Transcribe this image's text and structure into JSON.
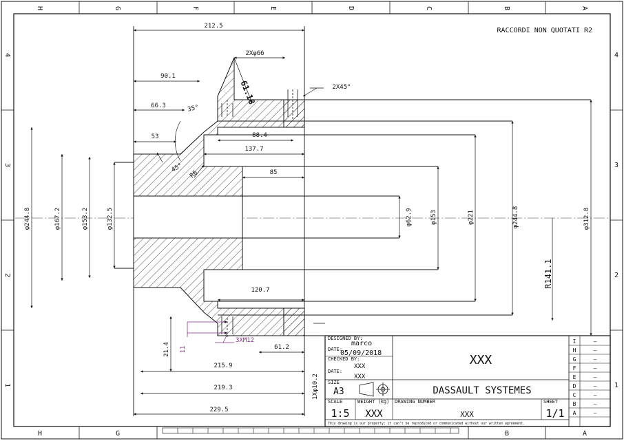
{
  "zones": {
    "top": [
      "H",
      "G",
      "F",
      "E",
      "D",
      "C",
      "B",
      "A"
    ],
    "bottom": [
      "H",
      "G",
      "B",
      "A"
    ],
    "rows": [
      "4",
      "3",
      "2",
      "1"
    ]
  },
  "note": "RACCORDI NON QUOTATI R2",
  "dimensions": {
    "d212_5": "212.5",
    "holes_2x66": "2Xφ66",
    "d90_1": "90.1",
    "d61_18": "61.18",
    "chamfer": "2X45°",
    "d66_3": "66.3",
    "a35": "35°",
    "d88_4": "88.4",
    "d53": "53",
    "d137_7": "137.7",
    "a45": "45°",
    "r6": "R6",
    "d85": "85",
    "dia244_8_left": "φ244.8",
    "dia167_2": "φ167.2",
    "dia153_2": "φ153.2",
    "dia132_5": "φ132.5",
    "dia62_9": "φ62.9",
    "dia153": "φ153",
    "dia221": "φ221",
    "dia244_8_right": "φ244.8",
    "dia312_8": "φ312.8",
    "r141_1": "R141.1",
    "d120_7": "120.7",
    "d21_4": "21.4",
    "d11": "11",
    "thread": "3XM12",
    "d61_2": "61.2",
    "d215_9": "215.9",
    "d219_3": "219.3",
    "d229_5": "229.5",
    "dia10_2": "1Xφ10.2"
  },
  "title_block": {
    "designed_by_label": "DESIGNED BY:",
    "designed_by": "marco",
    "date_label_1": "DATE:",
    "date_1": "05/09/2018",
    "checked_by_label": "CHECKED BY:",
    "checked_by": "XXX",
    "date_label_2": "DATE:",
    "date_2": "XXX",
    "size_label": "SIZE",
    "size": "A3",
    "title": "XXX",
    "company": "DASSAULT SYSTEMES",
    "scale_label": "SCALE",
    "scale": "1:5",
    "weight_label": "WEIGHT (kg)",
    "weight": "XXX",
    "drawing_number_label": "DRAWING NUMBER",
    "drawing_number": "XXX",
    "sheet_label": "SHEET",
    "sheet": "1/1",
    "footer": "This drawing is our property; it can't be reproduced or communicated without our written agreement.",
    "revisions": [
      "I",
      "H",
      "G",
      "F",
      "E",
      "D",
      "C",
      "B",
      "A"
    ],
    "revision_value": "–"
  }
}
